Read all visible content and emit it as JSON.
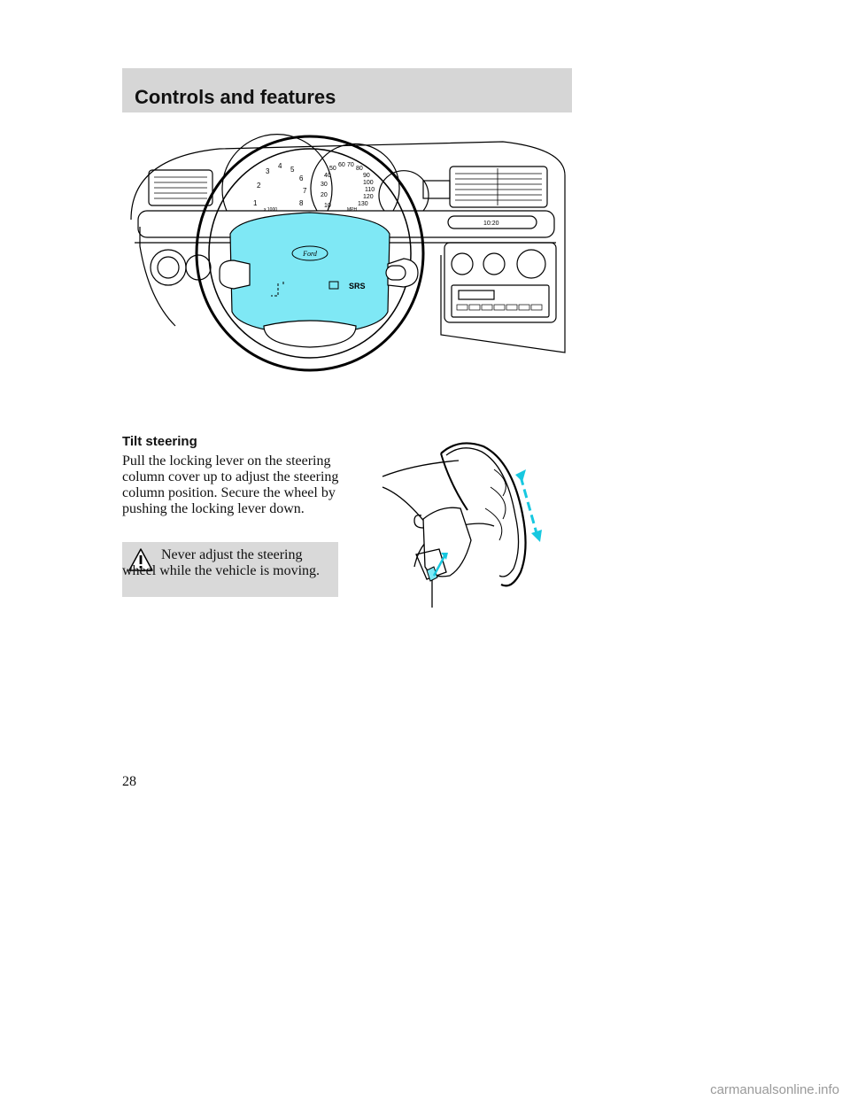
{
  "header": {
    "title": "Controls and features"
  },
  "dashboard_figure": {
    "tach_ticks": [
      "1",
      "2",
      "3",
      "4",
      "5",
      "6",
      "7",
      "8"
    ],
    "tach_label": "x 1000",
    "speedo_ticks": [
      "10",
      "20",
      "30",
      "40",
      "50",
      "60",
      "70",
      "80",
      "90",
      "100",
      "110",
      "120",
      "130"
    ],
    "speedo_label": "MPH",
    "airbag_label": "SRS",
    "logo": "Ford",
    "clock": "10:20"
  },
  "section": {
    "heading": "Tilt steering",
    "body": "Pull the locking lever on the steering column cover up to adjust the steering column position. Secure the wheel by pushing the locking lever down."
  },
  "warning": {
    "text": "Never adjust the steering wheel while the vehicle is moving."
  },
  "page_number": "28",
  "watermark": "carmanualsonline.info",
  "colors": {
    "header_bg": "#d6d6d6",
    "warning_bg": "#d9d9d9",
    "highlight": "#7fe8f5",
    "arrow": "#17c8e0"
  }
}
